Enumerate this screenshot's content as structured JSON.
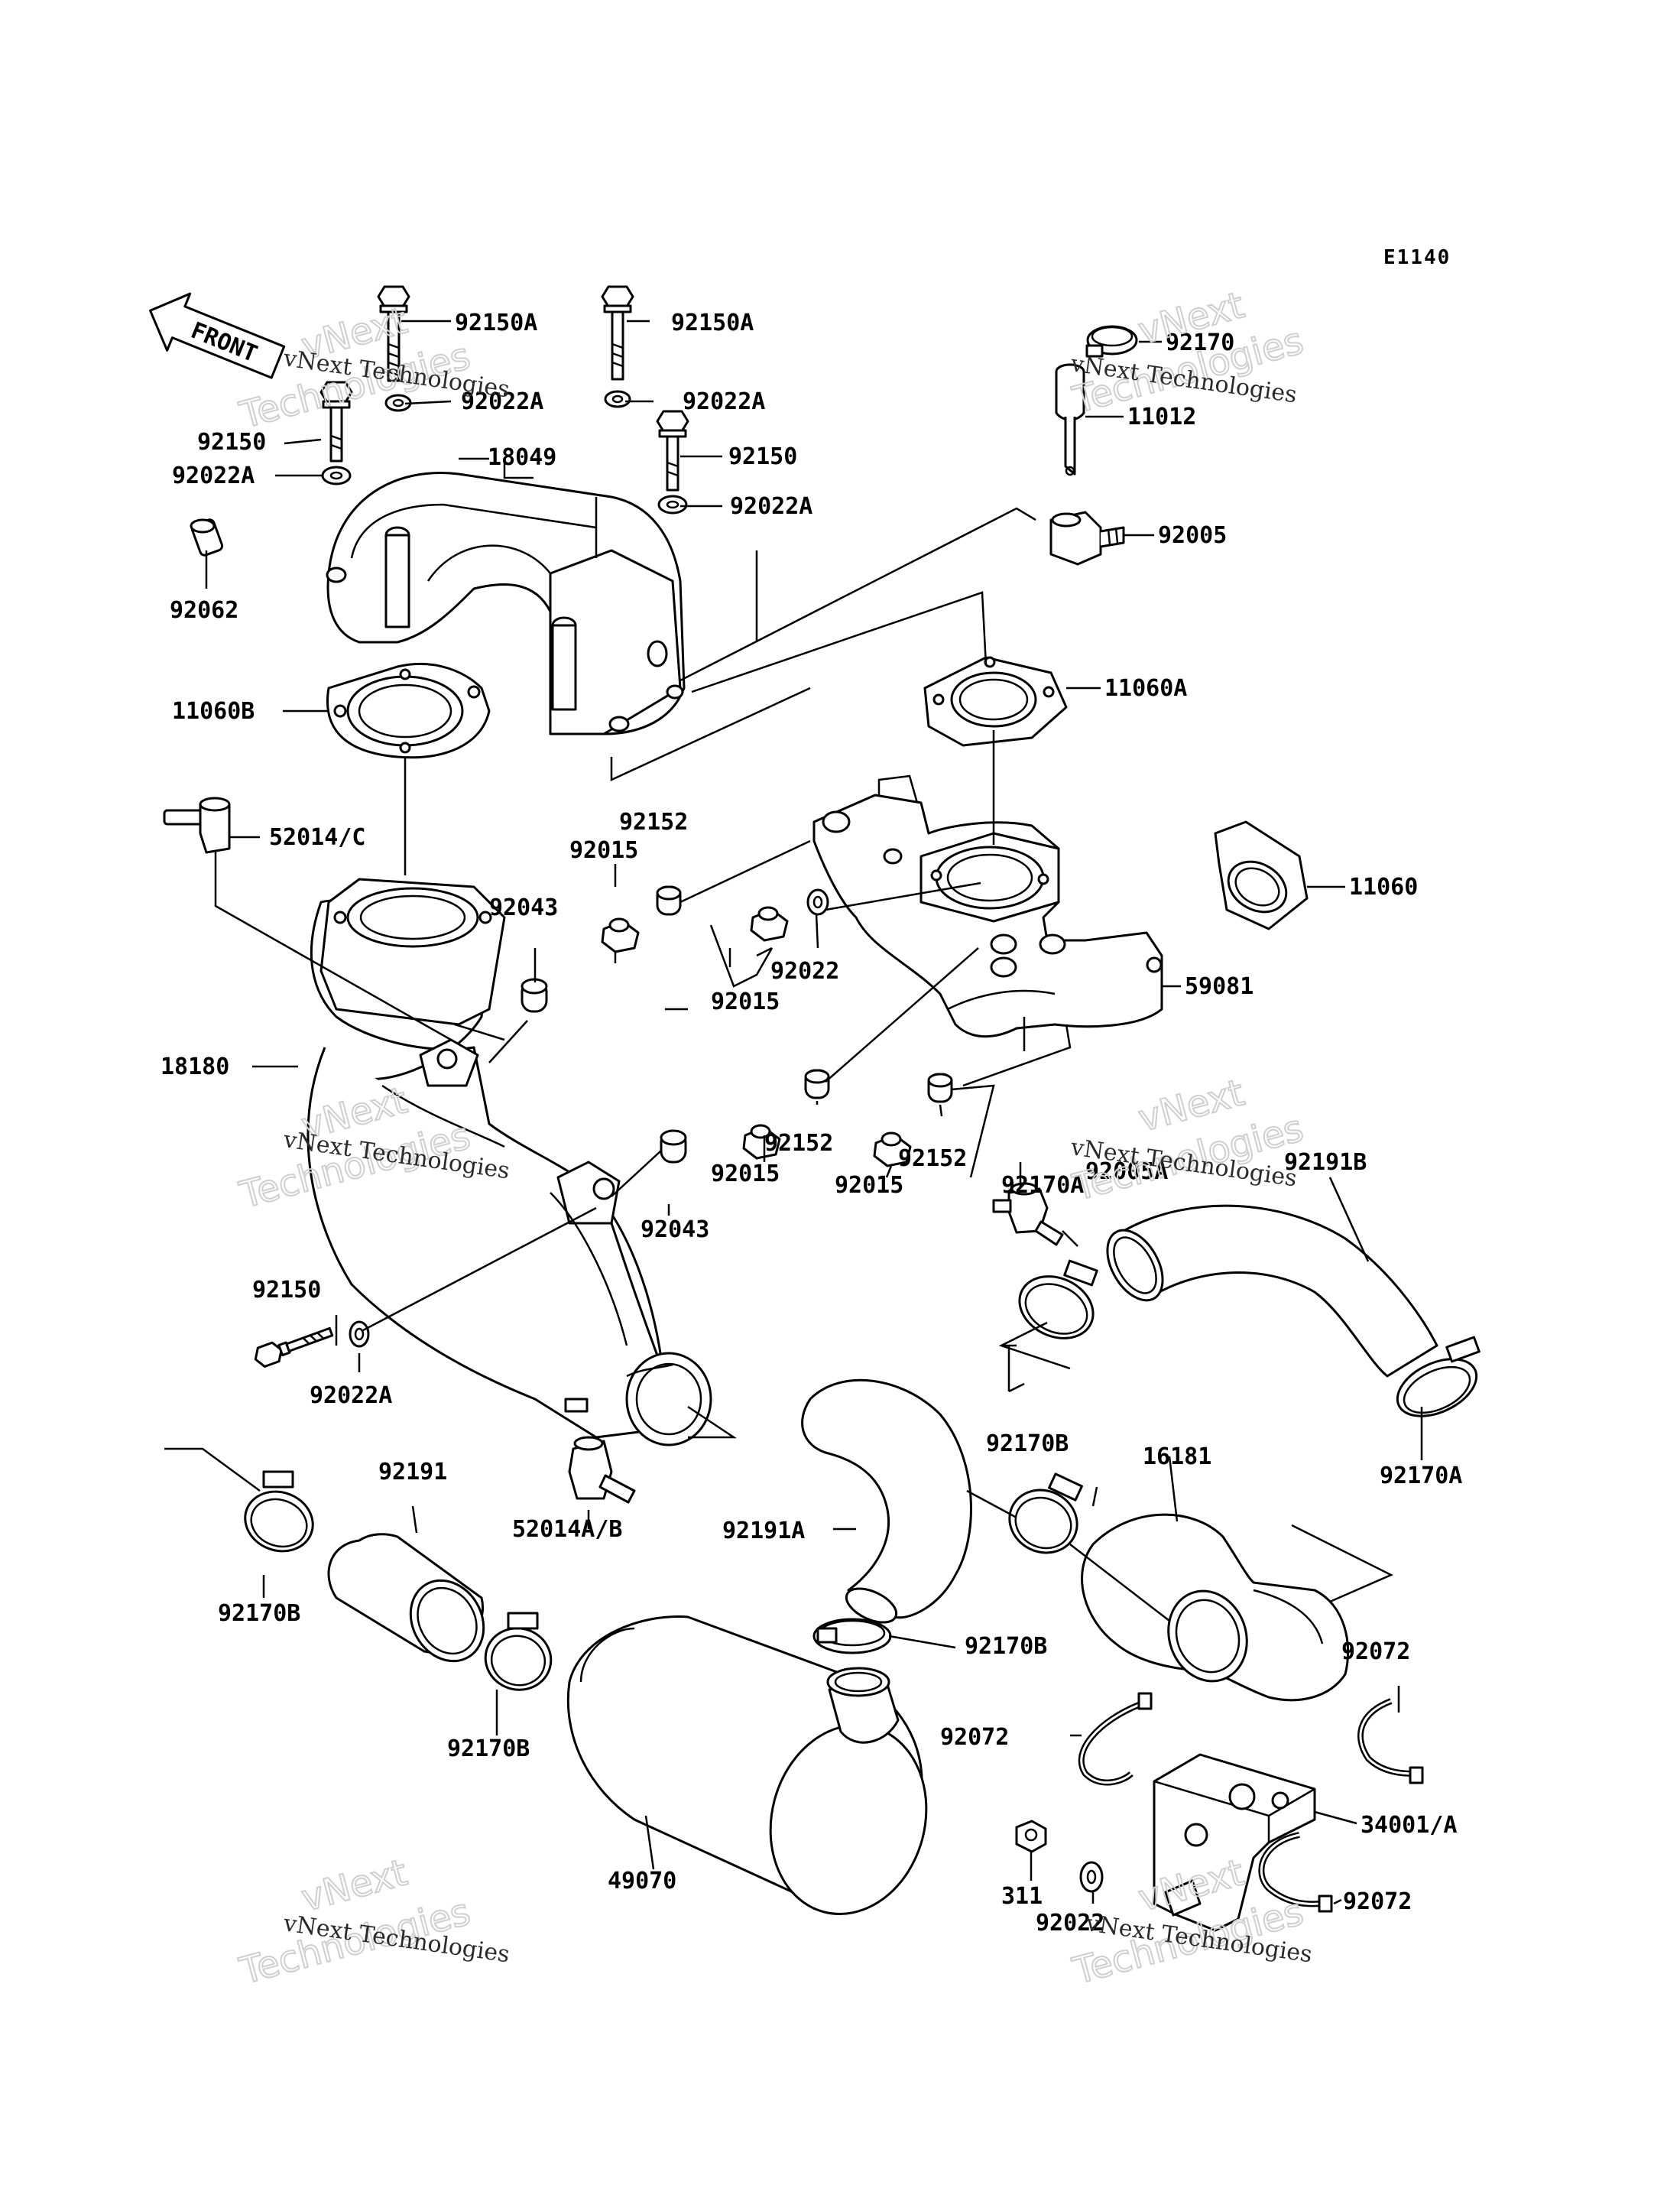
{
  "diagram_code": "E1140",
  "front_label": "FRONT",
  "watermarks": [
    {
      "line1": "vNext",
      "line2": "Technologies",
      "caption": "vNext Technologies"
    },
    {
      "line1": "vNext",
      "line2": "Technologies",
      "caption": "vNext Technologies"
    },
    {
      "line1": "vNext",
      "line2": "Technologies",
      "caption": "vNext Technologies"
    },
    {
      "line1": "vNext",
      "line2": "Technologies",
      "caption": "vNext Technologies"
    },
    {
      "line1": "vNext",
      "line2": "Technologies",
      "caption": "vNext Technologies"
    }
  ],
  "parts": [
    "92150A",
    "92150A",
    "92022A",
    "92022A",
    "92150",
    "92150",
    "92022A",
    "92022A",
    "18049",
    "92062",
    "92170",
    "11012",
    "92005",
    "11060B",
    "11060A",
    "52014/C",
    "92152",
    "92015",
    "92043",
    "11060",
    "92022",
    "92015",
    "59081",
    "18180",
    "92015",
    "92152",
    "92015",
    "92152",
    "92005A",
    "92170A",
    "92043",
    "92191B",
    "92150",
    "92022A",
    "92170B",
    "16181",
    "92191",
    "52014A/B",
    "92191A",
    "92170B",
    "92170A",
    "92170B",
    "92170B",
    "92072",
    "92072",
    "92072",
    "34001/A",
    "49070",
    "311",
    "92022"
  ]
}
